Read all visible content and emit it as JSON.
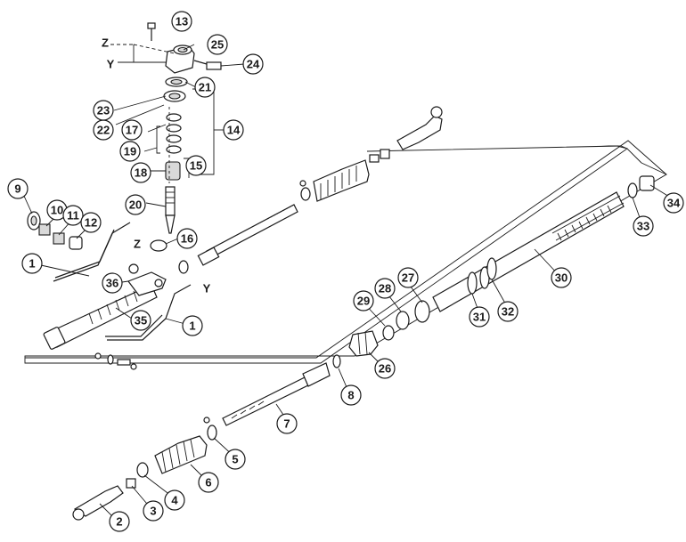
{
  "callouts": [
    {
      "id": "c1a",
      "label": "1"
    },
    {
      "id": "c1b",
      "label": "1"
    },
    {
      "id": "c2",
      "label": "2"
    },
    {
      "id": "c3",
      "label": "3"
    },
    {
      "id": "c4",
      "label": "4"
    },
    {
      "id": "c5",
      "label": "5"
    },
    {
      "id": "c6",
      "label": "6"
    },
    {
      "id": "c7",
      "label": "7"
    },
    {
      "id": "c8",
      "label": "8"
    },
    {
      "id": "c9",
      "label": "9"
    },
    {
      "id": "c10",
      "label": "10"
    },
    {
      "id": "c11",
      "label": "11"
    },
    {
      "id": "c12",
      "label": "12"
    },
    {
      "id": "c13",
      "label": "13"
    },
    {
      "id": "c14",
      "label": "14"
    },
    {
      "id": "c15",
      "label": "15"
    },
    {
      "id": "c16",
      "label": "16"
    },
    {
      "id": "c17",
      "label": "17"
    },
    {
      "id": "c18",
      "label": "18"
    },
    {
      "id": "c19",
      "label": "19"
    },
    {
      "id": "c20",
      "label": "20"
    },
    {
      "id": "c21",
      "label": "21"
    },
    {
      "id": "c22",
      "label": "22"
    },
    {
      "id": "c23",
      "label": "23"
    },
    {
      "id": "c24",
      "label": "24"
    },
    {
      "id": "c25",
      "label": "25"
    },
    {
      "id": "c26",
      "label": "26"
    },
    {
      "id": "c27",
      "label": "27"
    },
    {
      "id": "c28",
      "label": "28"
    },
    {
      "id": "c29",
      "label": "29"
    },
    {
      "id": "c30",
      "label": "30"
    },
    {
      "id": "c31",
      "label": "31"
    },
    {
      "id": "c32",
      "label": "32"
    },
    {
      "id": "c33",
      "label": "33"
    },
    {
      "id": "c34",
      "label": "34"
    },
    {
      "id": "c35",
      "label": "35"
    },
    {
      "id": "c36",
      "label": "36"
    }
  ],
  "reference_marks": {
    "z_top": "Z",
    "y_top": "Y",
    "z_mid": "Z",
    "y_mid": "Y"
  }
}
